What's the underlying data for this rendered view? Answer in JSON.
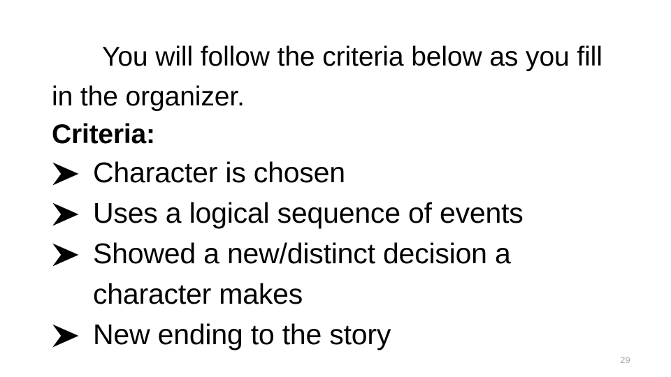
{
  "slide": {
    "background_color": "#ffffff",
    "text_color": "#000000",
    "intro_paragraph": "You will follow the criteria below as you fill in the organizer.",
    "criteria": {
      "heading": "Criteria:",
      "bullet_icon": "wingdings-arrow-bullet",
      "items": [
        "Character is chosen",
        "Uses a logical sequence of events",
        "Showed a new/distinct decision a character makes",
        "New ending to the story"
      ]
    },
    "page_number": "29",
    "page_number_color": "#a6a6a6"
  }
}
